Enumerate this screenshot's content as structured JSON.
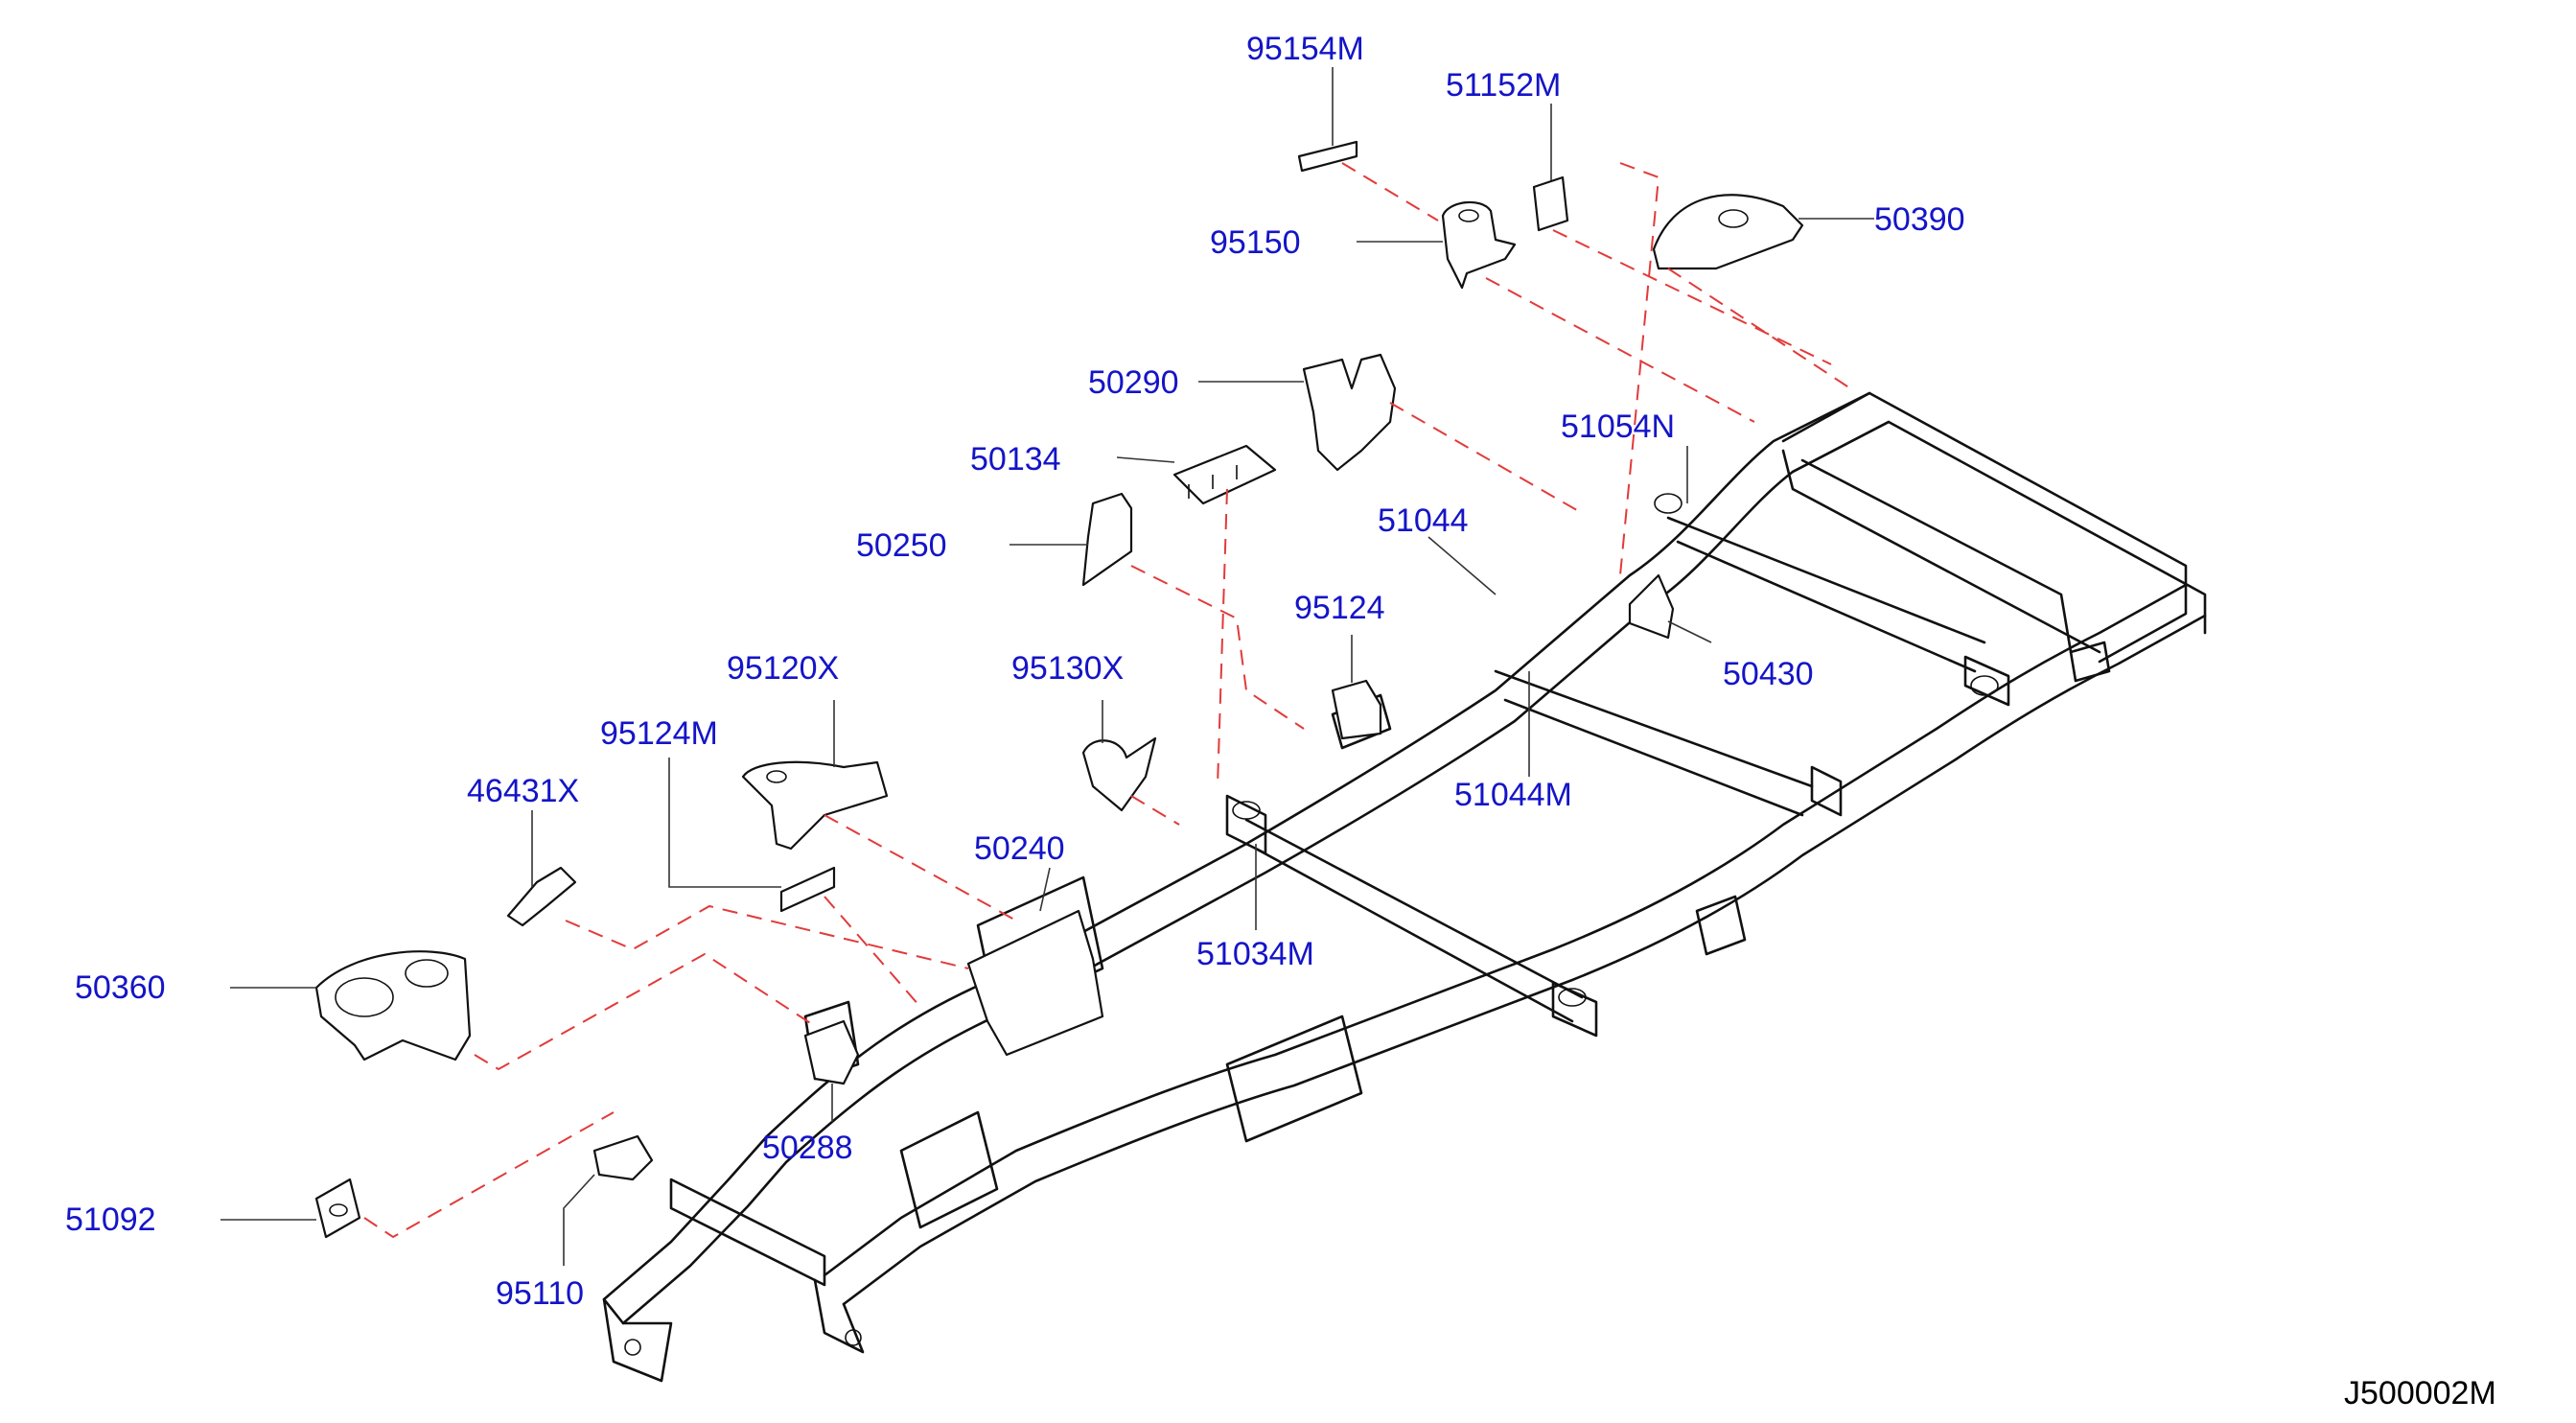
{
  "accent_color": "#1414c8",
  "leader_color": "#333333",
  "dash_color": "#e23a3a",
  "callouts": [
    {
      "id": "95154M",
      "label": "95154M"
    },
    {
      "id": "51152M",
      "label": "51152M"
    },
    {
      "id": "50390",
      "label": "50390"
    },
    {
      "id": "95150",
      "label": "95150"
    },
    {
      "id": "50290",
      "label": "50290"
    },
    {
      "id": "51054N",
      "label": "51054N"
    },
    {
      "id": "50134",
      "label": "50134"
    },
    {
      "id": "51044",
      "label": "51044"
    },
    {
      "id": "50250",
      "label": "50250"
    },
    {
      "id": "95124",
      "label": "95124"
    },
    {
      "id": "50430",
      "label": "50430"
    },
    {
      "id": "95120X",
      "label": "95120X"
    },
    {
      "id": "95130X",
      "label": "95130X"
    },
    {
      "id": "95124M",
      "label": "95124M"
    },
    {
      "id": "51044M",
      "label": "51044M"
    },
    {
      "id": "46431X",
      "label": "46431X"
    },
    {
      "id": "50240",
      "label": "50240"
    },
    {
      "id": "51034M",
      "label": "51034M"
    },
    {
      "id": "50360",
      "label": "50360"
    },
    {
      "id": "50288",
      "label": "50288"
    },
    {
      "id": "51092",
      "label": "51092"
    },
    {
      "id": "95110",
      "label": "95110"
    }
  ],
  "diagram_code": "J500002M"
}
